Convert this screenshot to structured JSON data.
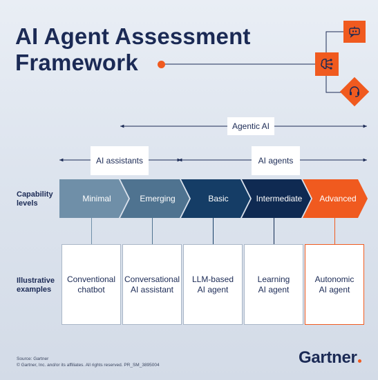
{
  "title": {
    "line1": "AI Agent Assessment",
    "line2": "Framework"
  },
  "icons": [
    "robot-chat-icon",
    "brain-network-icon",
    "headset-icon"
  ],
  "ranges": {
    "agentic": "Agentic AI",
    "assistants": "AI assistants",
    "agents": "AI agents"
  },
  "rows": {
    "capability": [
      "Capability",
      "levels"
    ],
    "examples": [
      "Illustrative",
      "examples"
    ]
  },
  "levels": [
    {
      "label": "Minimal",
      "color": "#6f8fa8"
    },
    {
      "label": "Emerging",
      "color": "#4f7390"
    },
    {
      "label": "Basic",
      "color": "#153d66"
    },
    {
      "label": "Intermediate",
      "color": "#0f2a52"
    },
    {
      "label": "Advanced",
      "color": "#f05a1f"
    }
  ],
  "examples": [
    [
      "Conventional",
      "chatbot"
    ],
    [
      "Conversational",
      "AI assistant"
    ],
    [
      "LLM-based",
      "AI agent"
    ],
    [
      "Learning",
      "AI agent"
    ],
    [
      "Autonomic",
      "AI agent"
    ]
  ],
  "footer": {
    "source": "Source: Gartner",
    "copyright": "© Gartner, Inc. and/or its affiliates. All rights reserved. PR_SM_3895004"
  },
  "brand": "Gartner"
}
